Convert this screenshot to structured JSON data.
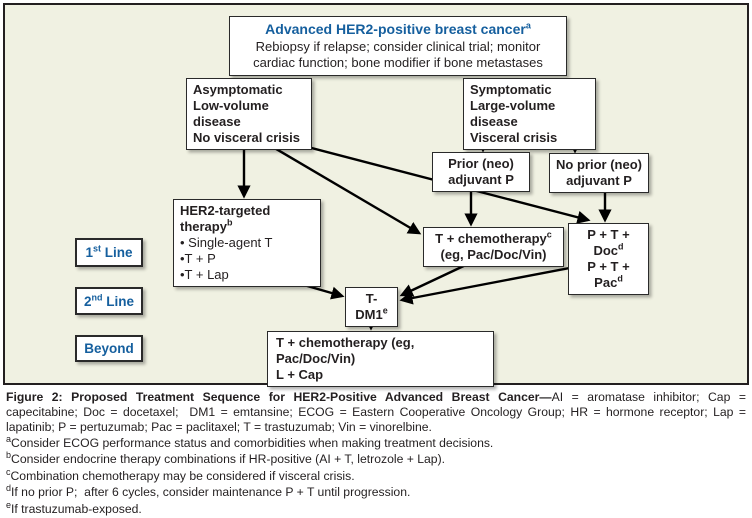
{
  "figure": {
    "top_box": {
      "title": "Advanced HER2-positive breast cancer",
      "title_sup": "a",
      "body": "Rebiopsy if relapse; consider clinical trial; monitor cardiac function; bone modifier if bone metastases"
    },
    "asymptomatic_box": {
      "lines": [
        "Asymptomatic",
        "Low-volume disease",
        "No visceral crisis"
      ]
    },
    "symptomatic_box": {
      "lines": [
        "Symptomatic",
        "Large-volume disease",
        "Visceral crisis"
      ]
    },
    "prior_box": {
      "lines": [
        "Prior (neo)",
        "adjuvant P"
      ]
    },
    "no_prior_box": {
      "lines": [
        "No prior (neo)",
        "adjuvant P"
      ]
    },
    "her2_box": {
      "title": "HER2-targeted therapy",
      "title_sup": "b",
      "bullets": [
        "• Single-agent T",
        "•T + P",
        "•T + Lap"
      ]
    },
    "t_chemo_box": {
      "line1": "T + chemotherapy",
      "line1_sup": "c",
      "line2": "(eg, Pac/Doc/Vin)"
    },
    "ptd_box": {
      "line1": "P + T + Doc",
      "line1_sup": "d",
      "line2": "P + T + Pac",
      "line2_sup": "d"
    },
    "tdm1_box": {
      "label": "T-DM1",
      "sup": "e"
    },
    "beyond_box": {
      "lines": [
        "T + chemotherapy (eg, Pac/Doc/Vin)",
        "L + Cap"
      ]
    },
    "line_labels": [
      {
        "num": "1",
        "sup": "st",
        "rest": " Line"
      },
      {
        "num": "2",
        "sup": "nd",
        "rest": " Line"
      },
      {
        "num": "",
        "sup": "",
        "rest": "Beyond"
      }
    ]
  },
  "caption": {
    "bold": "Figure 2: Proposed Treatment Sequence for HER2-Positive Advanced Breast Cancer—",
    "rest": "AI = aromatase inhibitor; Cap = capecitabine; Doc = docetaxel;  DM1 = emtansine; ECOG = Eastern Cooperative Oncology Group; HR = hormone receptor; Lap = lapatinib; P = pertuzumab; Pac = paclitaxel; T = trastuzumab; Vin = vinorelbine."
  },
  "footnotes": [
    {
      "sup": "a",
      "text": "Consider ECOG performance status and comorbidities when making treatment decisions."
    },
    {
      "sup": "b",
      "text": "Consider endocrine therapy combinations if HR-positive (AI + T, letrozole + Lap)."
    },
    {
      "sup": "c",
      "text": "Combination chemotherapy may be considered if visceral crisis."
    },
    {
      "sup": "d",
      "text": "If no prior P;  after 6 cycles, consider maintenance P + T until progression."
    },
    {
      "sup": "e",
      "text": "If trastuzumab-exposed."
    }
  ],
  "colors": {
    "accent_blue": "#155f9e",
    "canvas_bg": "#f0f1e2",
    "box_border": "#2a2a2a",
    "arrow": "#000000"
  }
}
